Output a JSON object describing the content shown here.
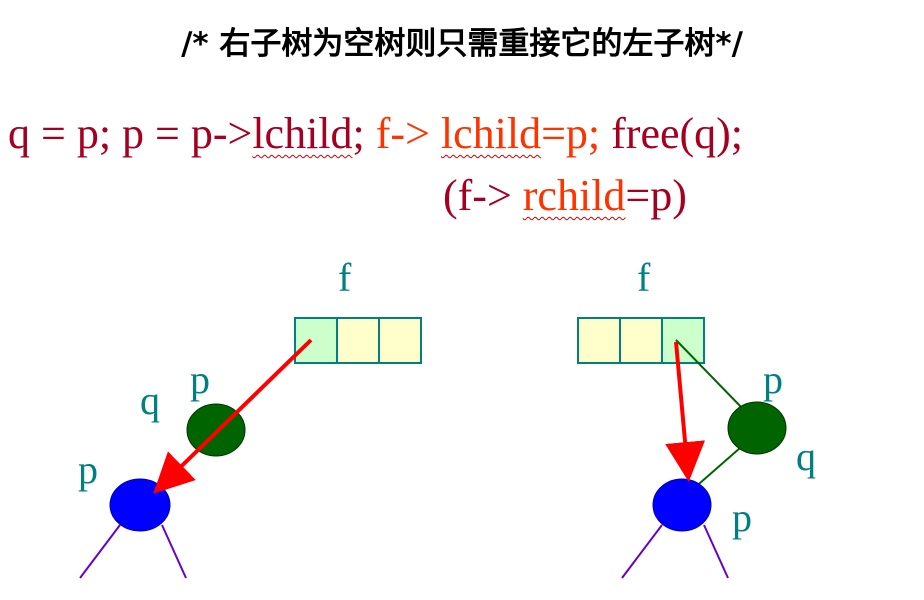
{
  "title": "/* 右子树为空树则只需重接它的左子树*/",
  "code": {
    "line1_part1": "q = p;  p = p->",
    "line1_lchild1": "lchild",
    "line1_part2": ";  ",
    "line1_f1": "f-> ",
    "line1_lchild2": "lchild",
    "line1_eqp": "=p;",
    "line1_free": " free(q);",
    "line2_open": "(f-> ",
    "line2_rchild": "rchild",
    "line2_eqp": "=p)"
  },
  "diagram": {
    "left": {
      "f_label": "f",
      "p_upper": "p",
      "q_label": "q",
      "p_lower": "p"
    },
    "right": {
      "f_label": "f",
      "p_upper": "p",
      "q_label": "q",
      "p_lower": "p"
    }
  },
  "colors": {
    "code_dark_red": "#a50021",
    "code_orange": "#ff3300",
    "label_teal": "#008080",
    "node_green": "#006400",
    "node_blue": "#0000ff",
    "arrow_red": "#ff0000",
    "cell_yellow": "#ffffcc",
    "cell_green": "#ccffcc",
    "cell_border": "#008080",
    "branch_purple": "#6600cc"
  }
}
